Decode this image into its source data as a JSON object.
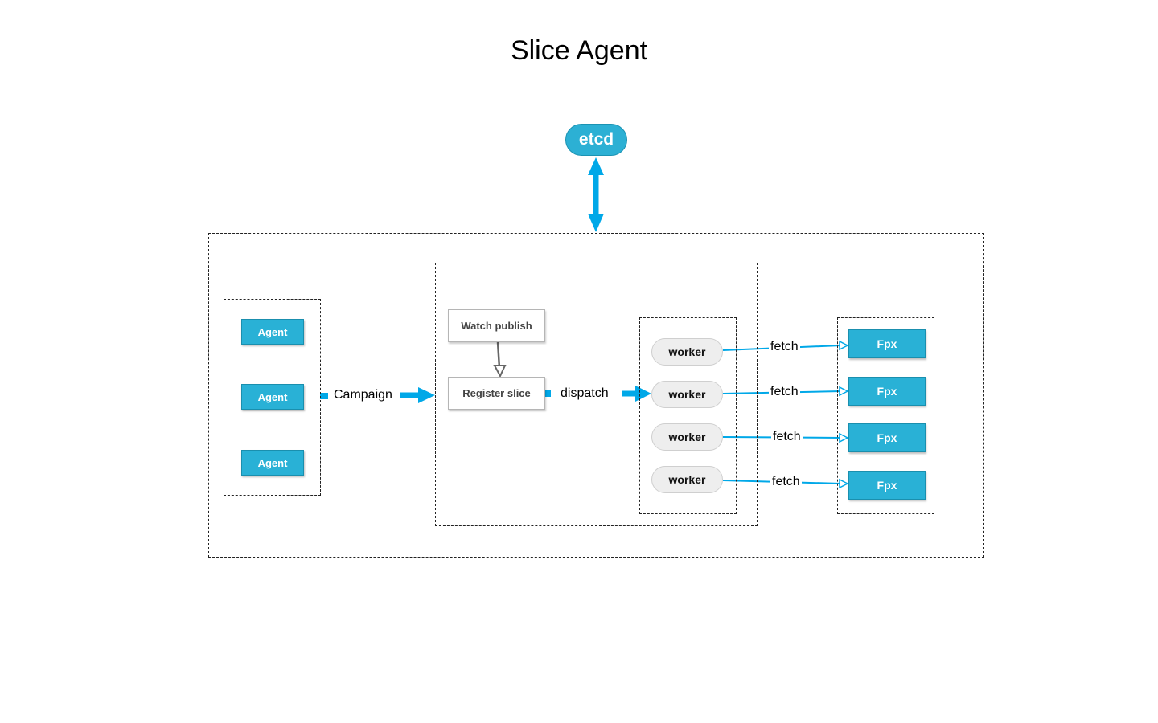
{
  "title": "Slice Agent",
  "etcd": {
    "label": "etcd"
  },
  "agents": [
    {
      "label": "Agent"
    },
    {
      "label": "Agent"
    },
    {
      "label": "Agent"
    }
  ],
  "campaign": {
    "label": "Campaign"
  },
  "watch_publish": {
    "label": "Watch publish"
  },
  "register_slice": {
    "label": "Register slice"
  },
  "dispatch": {
    "label": "dispatch"
  },
  "workers": [
    {
      "label": "worker"
    },
    {
      "label": "worker"
    },
    {
      "label": "worker"
    },
    {
      "label": "worker"
    }
  ],
  "fetch_labels": [
    {
      "label": "fetch"
    },
    {
      "label": "fetch"
    },
    {
      "label": "fetch"
    },
    {
      "label": "fetch"
    }
  ],
  "fpx": [
    {
      "label": "Fpx"
    },
    {
      "label": "Fpx"
    },
    {
      "label": "Fpx"
    },
    {
      "label": "Fpx"
    }
  ],
  "colors": {
    "accent": "#00a8e8",
    "box_fill": "#29b1d6",
    "worker_fill": "#eeeeee",
    "connector_gray": "#666666"
  }
}
